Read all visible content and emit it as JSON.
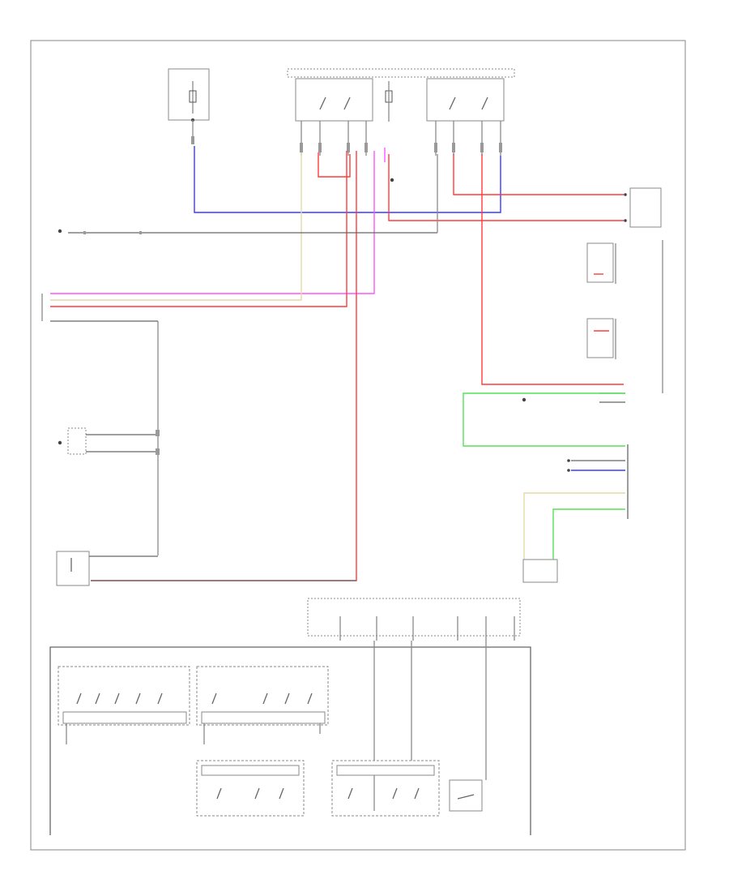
{
  "diagram": {
    "title": "",
    "footer_text": "",
    "components": [
      {
        "id": "fuse-left",
        "label": ""
      },
      {
        "id": "fuse-center",
        "label": ""
      },
      {
        "id": "switch-left",
        "label": ""
      },
      {
        "id": "switch-right",
        "label": ""
      },
      {
        "id": "relay-top-right",
        "label": ""
      },
      {
        "id": "switch-mid-right-1",
        "label": ""
      },
      {
        "id": "switch-mid-right-2",
        "label": ""
      },
      {
        "id": "module-bottom-left",
        "label": ""
      },
      {
        "id": "module-bottom-right",
        "label": ""
      },
      {
        "id": "connector-strip",
        "label": ""
      },
      {
        "id": "mirror-switch-1",
        "label": ""
      },
      {
        "id": "mirror-switch-2",
        "label": ""
      },
      {
        "id": "mirror-switch-3",
        "label": ""
      },
      {
        "id": "mirror-switch-4",
        "label": ""
      },
      {
        "id": "mirror-switch-5",
        "label": ""
      }
    ],
    "wire_colors": {
      "red": "#ff3b3b",
      "blue": "#3a3aff",
      "pink": "#ff55ff",
      "tan": "#e6d7a8",
      "green": "#55e055",
      "gray": "#8a8a8a"
    },
    "icons": [
      "ground-icon",
      "switch-contact-icon",
      "connector-icon"
    ]
  }
}
